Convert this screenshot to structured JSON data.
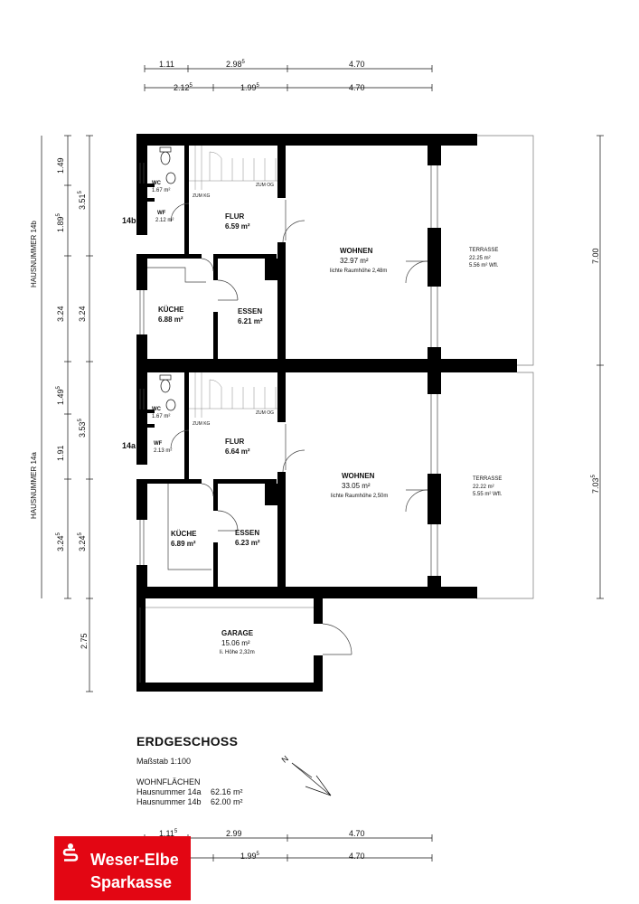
{
  "plan": {
    "dims_top_row1": {
      "a": "1.11",
      "b": "2.98",
      "b_sup": "5",
      "c": "4.70"
    },
    "dims_top_row2": {
      "a": "2.12",
      "a_sup": "5",
      "b": "1.99",
      "b_sup": "5",
      "c": "4.70"
    },
    "dims_bottom_row1": {
      "a": "1.11",
      "a_sup": "5",
      "b": "2.99",
      "c": "4.70"
    },
    "dims_bottom_row2": {
      "b": "1.99",
      "b_sup": "5",
      "c": "4.70"
    },
    "left_labels": {
      "house_14b": "HAUSNUMMER 14b",
      "house_14a": "HAUSNUMMER 14a"
    },
    "left_dims_outer": [
      "1.49",
      "1.89",
      "3.24",
      "1.49",
      "1.91",
      "3.24",
      "2.75"
    ],
    "left_dims_outer_sups": [
      "",
      "5",
      "",
      "5",
      "",
      "5",
      ""
    ],
    "left_dims_inner": [
      "3.51",
      "3.24",
      "3.53",
      "3.24"
    ],
    "left_dims_inner_sups": [
      "5",
      "",
      "5",
      "5"
    ],
    "right_dims": {
      "upper": "7.00",
      "lower": "7.03",
      "lower_sup": "5"
    },
    "house_tags": {
      "h14b": "14b",
      "h14a": "14a"
    },
    "stair_labels": {
      "down": "ZUM KG",
      "up": "ZUM OG"
    },
    "rooms_14b": {
      "wc": {
        "name": "WC",
        "area": "1.67 m²"
      },
      "wf": {
        "name": "WF",
        "area": "2.12 m²"
      },
      "flur": {
        "name": "FLUR",
        "area": "6.59 m²"
      },
      "kueche": {
        "name": "KÜCHE",
        "area": "6.88 m²"
      },
      "essen": {
        "name": "ESSEN",
        "area": "6.21 m²"
      },
      "wohnen": {
        "name": "WOHNEN",
        "area": "32.97 m²",
        "note": "lichte Raumhöhe 2,48m"
      },
      "terrasse": {
        "name": "TERRASSE",
        "area": "22.25 m²",
        "wfl": "5.56 m² Wfl."
      }
    },
    "rooms_14a": {
      "wc": {
        "name": "WC",
        "area": "1.67 m²"
      },
      "wf": {
        "name": "WF",
        "area": "2.13 m²"
      },
      "flur": {
        "name": "FLUR",
        "area": "6.64 m²"
      },
      "kueche": {
        "name": "KÜCHE",
        "area": "6.89 m²"
      },
      "essen": {
        "name": "ESSEN",
        "area": "6.23 m²"
      },
      "wohnen": {
        "name": "WOHNEN",
        "area": "33.05 m²",
        "note": "lichte Raumhöhe 2,50m"
      },
      "terrasse": {
        "name": "TERRASSE",
        "area": "22.22 m²",
        "wfl": "5.55 m² Wfl."
      }
    },
    "garage": {
      "name": "GARAGE",
      "area": "15.06 m²",
      "note": "li. Höhe 2,32m"
    }
  },
  "legend": {
    "title": "ERDGESCHOSS",
    "scale": "Maßstab 1:100",
    "wohnflaechen_heading": "WOHNFLÄCHEN",
    "rows": [
      {
        "label": "Hausnummer 14a",
        "value": "62.16 m²"
      },
      {
        "label": "Hausnummer 14b",
        "value": "62.00 m²"
      }
    ]
  },
  "north_arrow": {
    "letter": "N"
  },
  "logo": {
    "line1": "Weser-Elbe",
    "line2": "Sparkasse",
    "color": "#e30613"
  }
}
